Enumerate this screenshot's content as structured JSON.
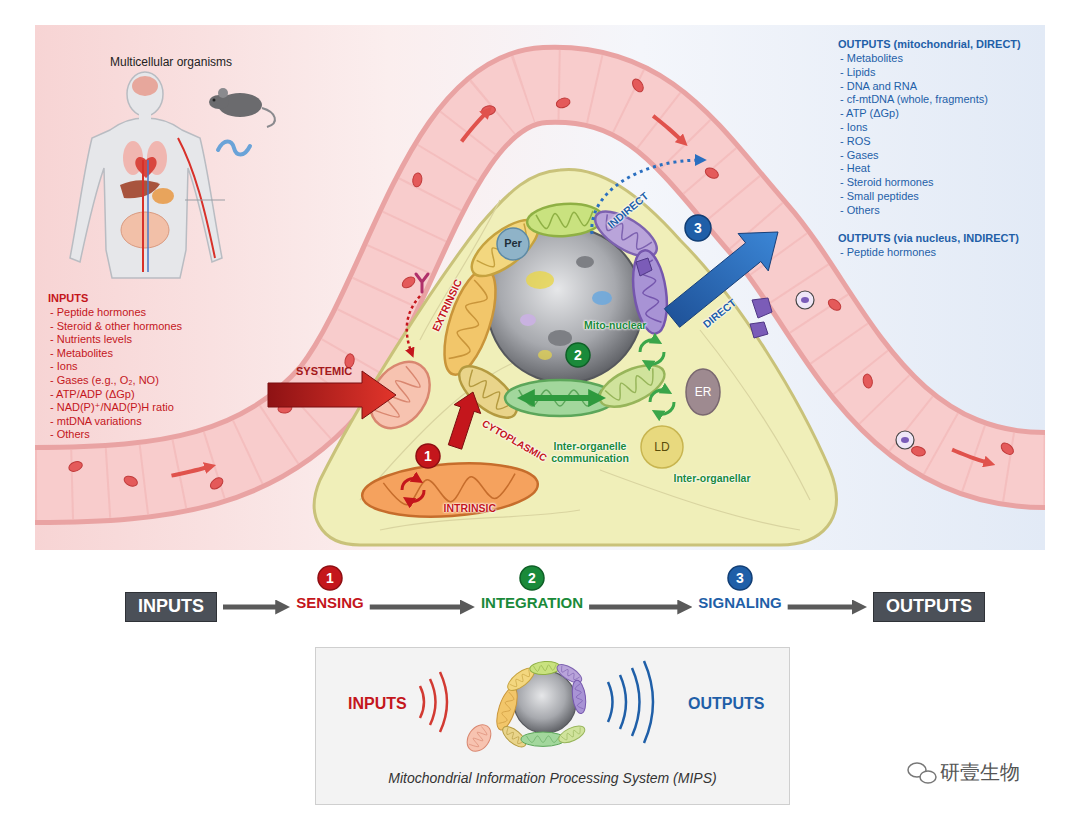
{
  "diagram": {
    "nodes": [
      {
        "text": [
          "Per"
        ]
      },
      {
        "text": [
          "1"
        ]
      },
      {
        "text": [
          "2"
        ]
      },
      {
        "text": [
          "3"
        ]
      },
      {
        "text": [
          "ER"
        ]
      },
      {
        "text": [
          "LD"
        ]
      },
      {
        "text": [
          "INPUTS"
        ]
      },
      {
        "text": [
          "1",
          "SENSING"
        ]
      },
      {
        "text": [
          "2",
          "INTEGRATION"
        ]
      },
      {
        "text": [
          "3",
          "SIGNALING"
        ]
      },
      {
        "text": [
          "OUTPUTS"
        ]
      },
      {
        "text": [
          "INPUTS",
          "OUTPUTS",
          "Mitochondrial Information Processing System (MIPS)"
        ]
      }
    ],
    "edges": [
      {
        "from": 6,
        "to": 7,
        "arrow": "to"
      },
      {
        "from": 7,
        "to": 8,
        "arrow": "to"
      },
      {
        "from": 8,
        "to": 9,
        "arrow": "to"
      },
      {
        "from": 9,
        "to": 10,
        "arrow": "to"
      }
    ],
    "labels": [
      "Multicellular organisms",
      "INPUTS",
      "- Peptide hormones",
      "- Steroid & other hormones",
      "- Nutrients levels",
      "- Metabolites",
      "- Ions",
      "- Gases (e.g., O₂, NO)",
      "- ATP/ADP (ΔGp)",
      "- NAD(P)⁺/NAD(P)H ratio",
      "- mtDNA variations",
      "- Others",
      "OUTPUTS (mitochondrial, DIRECT)",
      "- Metabolites",
      "- Lipids",
      "- DNA and RNA",
      "- cf-mtDNA (whole, fragments)",
      "- ATP (ΔGp)",
      "- Ions",
      "- ROS",
      "- Gases",
      "- Heat",
      "- Steroid hormones",
      "- Small peptides",
      "- Others",
      "OUTPUTS (via nucleus, INDIRECT)",
      "- Peptide hormones",
      "EXTRINSIC",
      "SYSTEMIC",
      "CYTOPLASMIC",
      "INTRINSIC",
      "Mito-nuclear",
      "Inter-organelle communication",
      "Inter-organellar",
      "INDIRECT",
      "DIRECT",
      "研壹生物"
    ]
  }
}
